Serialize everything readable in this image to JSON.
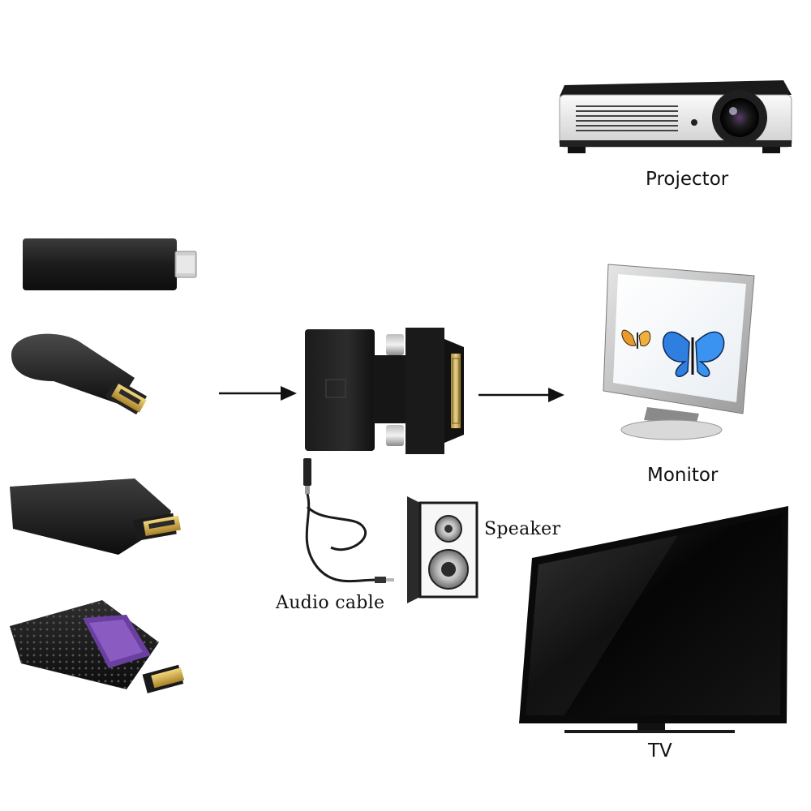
{
  "labels": {
    "projector": "Projector",
    "monitor": "Monitor",
    "tv": "TV",
    "speaker": "Speaker",
    "audio_cable": "Audio cable"
  },
  "colors": {
    "device_black": "#1a1a1a",
    "hdmi_gold": "#d9b44a",
    "purple_accent": "#6b3fa0",
    "butterfly_blue": "#2f7fe0",
    "butterfly_orange": "#e89a2a"
  }
}
